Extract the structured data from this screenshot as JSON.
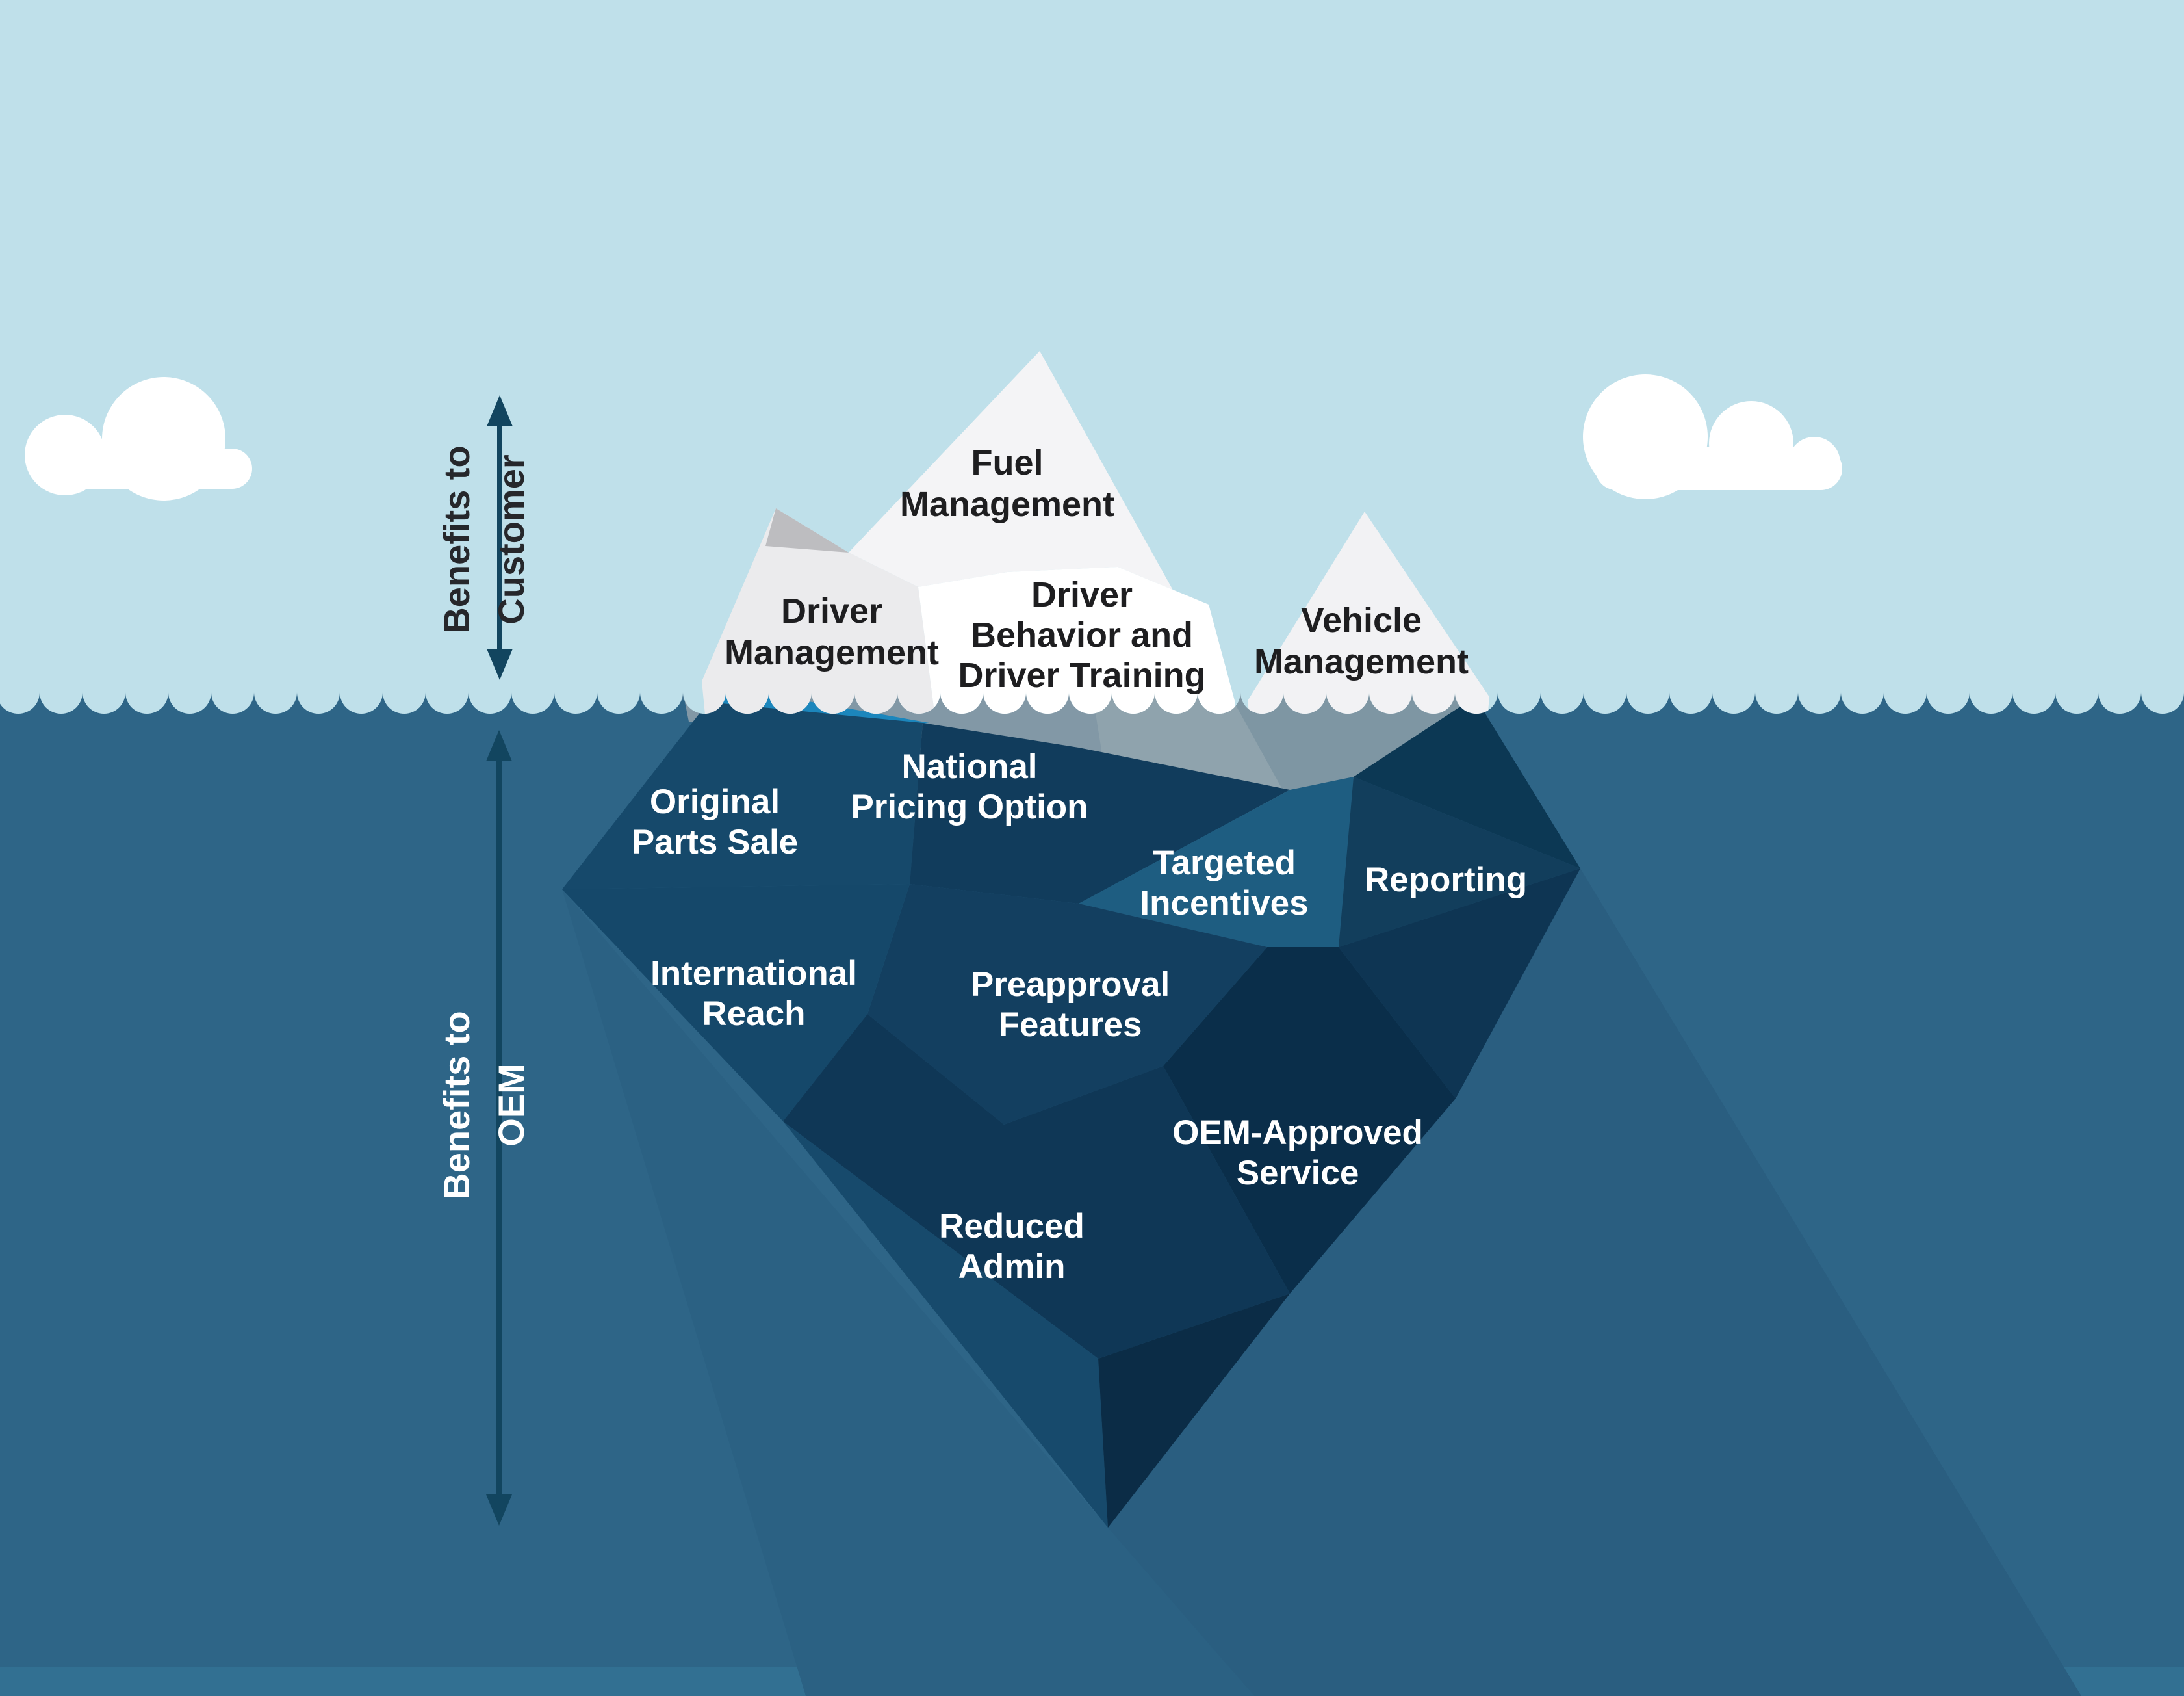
{
  "diagram_title": "Iceberg diagram of fleet program benefits",
  "side_labels": {
    "customer": {
      "line1": "Benefits to",
      "line2": "Customer"
    },
    "oem": {
      "line1": "Benefits to",
      "line2": "OEM"
    }
  },
  "labels": {
    "fuel_management": {
      "lines": [
        "Fuel",
        "Management"
      ]
    },
    "driver_management": {
      "lines": [
        "Driver",
        "Management"
      ]
    },
    "driver_behavior": {
      "lines": [
        "Driver",
        "Behavior and",
        "Driver Training"
      ]
    },
    "vehicle_management": {
      "lines": [
        "Vehicle",
        "Management"
      ]
    },
    "national_pricing": {
      "lines": [
        "National",
        "Pricing Option"
      ]
    },
    "original_parts": {
      "lines": [
        "Original",
        "Parts Sale"
      ]
    },
    "targeted_incentives": {
      "lines": [
        "Targeted",
        "Incentives"
      ]
    },
    "reporting": {
      "lines": [
        "Reporting"
      ]
    },
    "international_reach": {
      "lines": [
        "International",
        "Reach"
      ]
    },
    "preapproval_features": {
      "lines": [
        "Preapproval",
        "Features"
      ]
    },
    "oem_approved_service": {
      "lines": [
        "OEM-Approved",
        "Service"
      ]
    },
    "reduced_admin": {
      "lines": [
        "Reduced",
        "Admin"
      ]
    }
  },
  "colors": {
    "sky": "#BFE0EA",
    "cloud": "#FFFFFF",
    "water": "#2E6587",
    "water_bottom_strip": "#327092",
    "shadow_right": "#2A5E80",
    "shadow_left": "#2B6183",
    "submerged_gray_a": "#8298A6",
    "submerged_gray_a_light": "#8FA3AD",
    "submerged_gray_b": "#7E96A3",
    "submerged_left_wedge": "#4E7893",
    "cyan_sliver": "#1C86BC",
    "facet_original_parts": "#16496B",
    "facet_national_pricing": "#113C5C",
    "facet_targeted_incentives": "#1E5D81",
    "facet_north_dark": "#0C3854",
    "facet_reporting": "#123E5C",
    "facet_se_sliver": "#0E3553",
    "facet_oem_approved": "#0A2E4A",
    "facet_preapproval": "#133F60",
    "facet_international": "#15486A",
    "facet_reduced_admin": "#0F3756",
    "facet_bottom_left": "#174A6C",
    "facet_bottom_right": "#0B2C46",
    "berg_main_face": "#F4F4F6",
    "berg_left_face": "#EBEBED",
    "berg_gray_triangle": "#BDBDC0",
    "berg_front_face": "#FFFFFF",
    "berg_right_face": "#F2F2F4",
    "text_above": "#1E1E20",
    "text_below": "#FFFFFF",
    "arrow": "#12455F",
    "side_text_dark": "#26272B",
    "side_text_light": "#FFFFFF"
  }
}
